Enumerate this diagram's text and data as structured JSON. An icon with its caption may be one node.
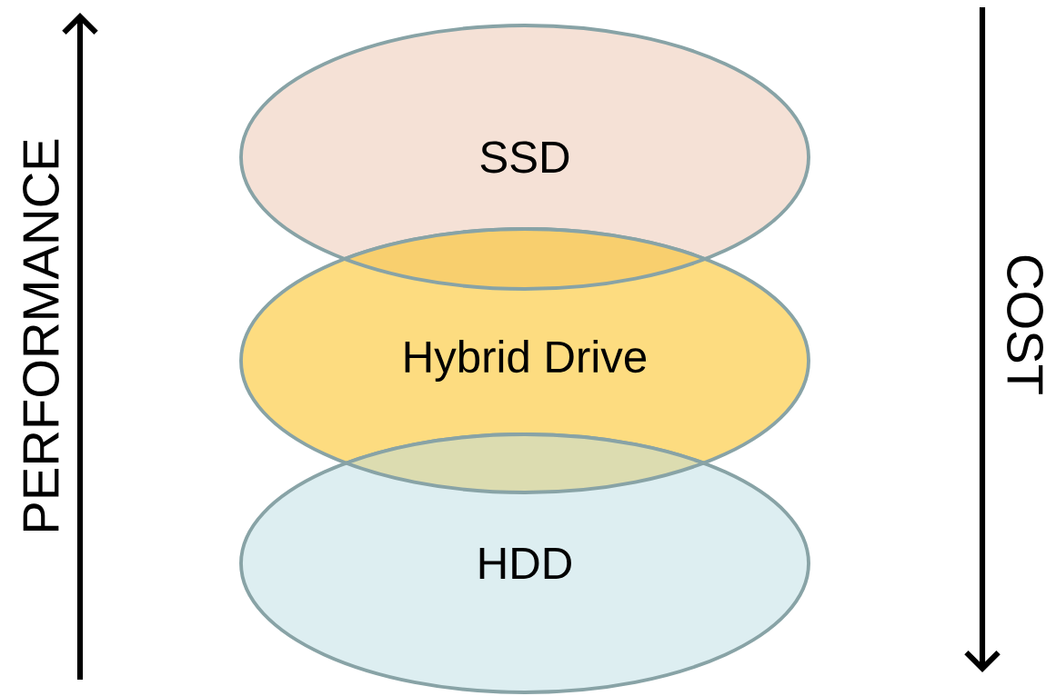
{
  "diagram": {
    "nodes": [
      {
        "text": [
          "SSD"
        ]
      },
      {
        "text": [
          "Hybrid Drive"
        ]
      },
      {
        "text": [
          "HDD"
        ]
      }
    ],
    "edges": [],
    "labels": [
      "PERFORMANCE",
      "COST"
    ]
  }
}
